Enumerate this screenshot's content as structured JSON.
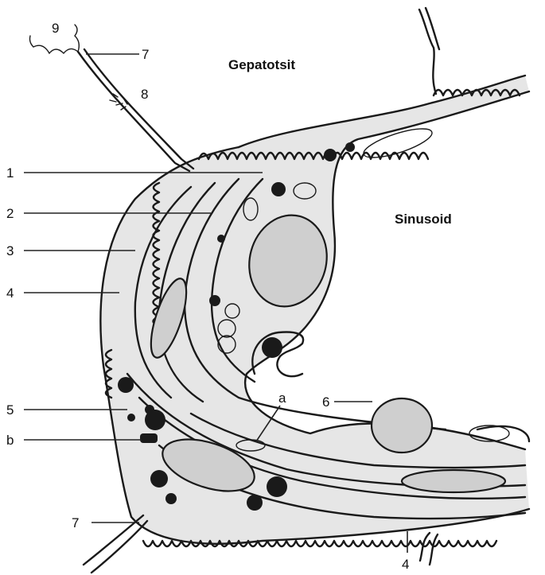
{
  "region_labels": {
    "hepatocyte": "Gepatotsit",
    "sinusoid": "Sinusoid"
  },
  "callouts": {
    "c1": "1",
    "c2": "2",
    "c3": "3",
    "c4_left": "4",
    "c4_bottom": "4",
    "c5": "5",
    "c6": "6",
    "c7_top": "7",
    "c7_bottom": "7",
    "c8": "8",
    "c9": "9",
    "ca": "a",
    "cb": "b"
  }
}
